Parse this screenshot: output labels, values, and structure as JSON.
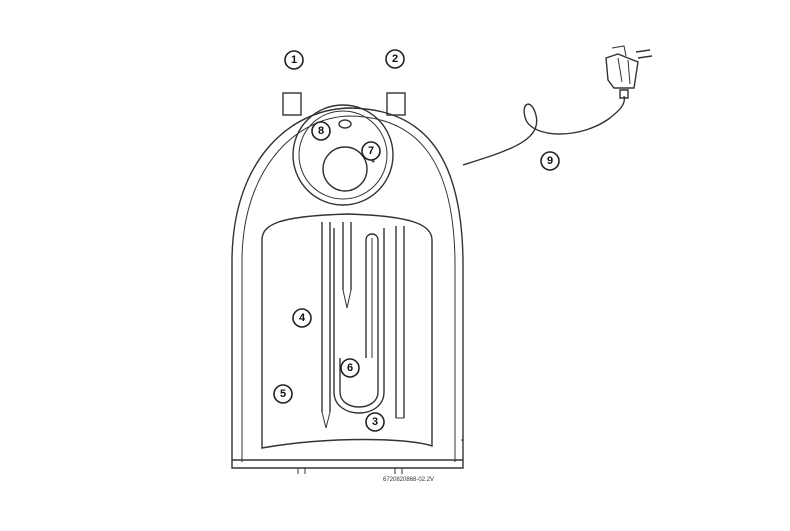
{
  "callouts": [
    {
      "id": "1",
      "label": "1"
    },
    {
      "id": "2",
      "label": "2"
    },
    {
      "id": "3",
      "label": "3"
    },
    {
      "id": "4",
      "label": "4"
    },
    {
      "id": "5",
      "label": "5"
    },
    {
      "id": "6",
      "label": "6"
    },
    {
      "id": "7",
      "label": "7"
    },
    {
      "id": "8",
      "label": "8"
    },
    {
      "id": "9",
      "label": "9"
    }
  ],
  "reference_code": "6720820868-02.2V"
}
